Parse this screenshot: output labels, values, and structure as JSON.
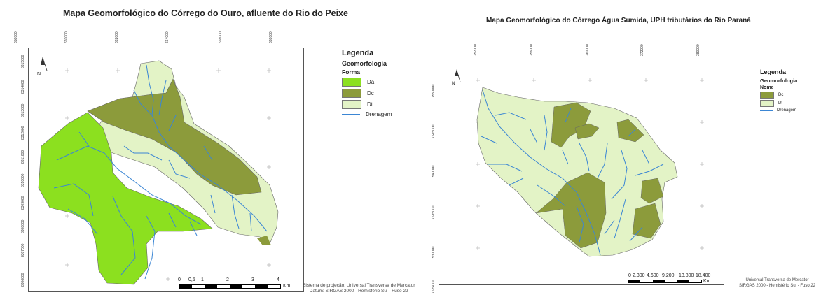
{
  "maps": [
    {
      "title": "Mapa Geomorfológico do Córrego do Ouro, afluente do Rio do Peixe",
      "north_label": "N",
      "top_ticks": [
        "658000",
        "660000",
        "662000",
        "664000",
        "666000",
        "668000"
      ],
      "left_ticks": [
        "8315000",
        "8314000",
        "8313000",
        "8312000",
        "8311000",
        "8310000",
        "8309000",
        "8308000",
        "8307000",
        "8306000"
      ],
      "legend": {
        "title": "Legenda",
        "subtitle": "Geomorfologia",
        "field": "Forma",
        "items": [
          {
            "label": "Da",
            "color": "#8ce01f"
          },
          {
            "label": "Dc",
            "color": "#8c9b3b"
          },
          {
            "label": "Dt",
            "color": "#e3f3c6"
          }
        ],
        "drainage_label": "Drenagem",
        "drainage_color": "#3b86d4"
      },
      "scale": {
        "labels": [
          "0",
          "0,5",
          "1",
          "2",
          "3",
          "4"
        ],
        "unit": "Km"
      },
      "projection": [
        "Sistema de projeção: Universal Transversa de Mercator",
        "Datum: SIRGAS 2000 - Hemisfério Sul - Fuso 22"
      ]
    },
    {
      "title": "Mapa Geomorfológico do Córrego Água Sumida, UPH tributários do Rio Paraná",
      "north_label": "N",
      "top_ticks": [
        "352000",
        "356000",
        "360000",
        "372000",
        "380000"
      ],
      "left_ticks": [
        "7550000",
        "7545000",
        "7540000",
        "7535000",
        "7530000",
        "7525000"
      ],
      "legend": {
        "title": "Legenda",
        "subtitle": "Geomorfologia",
        "field": "Nome",
        "items": [
          {
            "label": "Dc",
            "color": "#8c9b3b"
          },
          {
            "label": "Dt",
            "color": "#e3f3c6"
          }
        ],
        "drainage_label": "Drenagem",
        "drainage_color": "#3b86d4"
      },
      "scale": {
        "labels": [
          "0",
          "2.300",
          "4.600",
          "9.200",
          "13.800",
          "18.400"
        ],
        "unit": "Km"
      },
      "projection": [
        "Universal Transversa de Mercator",
        "SIRGAS 2000 - Hemisfério Sul - Fuso 22"
      ]
    }
  ]
}
